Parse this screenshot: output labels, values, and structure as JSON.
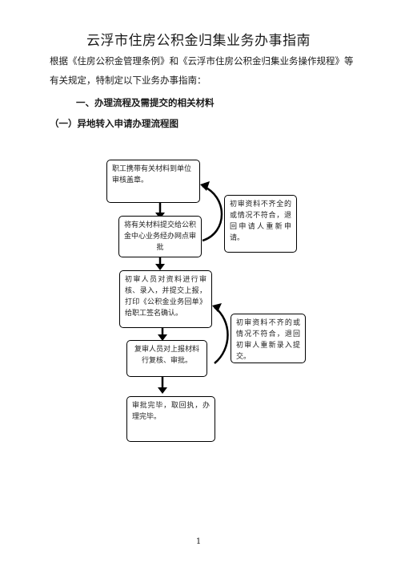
{
  "document": {
    "title": "云浮市住房公积金归集业务办事指南",
    "intro": "根据《住房公积金管理条例》和《云浮市住房公积金归集业务操作规程》等有关规定，特制定以下业务办事指南：",
    "section_1": "一、办理流程及需提交的相关材料",
    "section_1_1": "（一）异地转入申请办理流程图",
    "page_number": "1"
  },
  "flowchart": {
    "step1": "职工携带有关材料到单位审核盖章。",
    "step2": "将有关材料提交给公积金中心业务经办网点审批",
    "step3": "初审人员对资料进行审核、录入，并提交上报，打印《公积金业务回单》给职工签名确认。",
    "step4": "复审人员对上报材料行复核、审批。",
    "step5": "审批完毕，取回执，办理完毕。",
    "note1": "初审资料不齐全的或情况不符合，退回申请人重新申请。",
    "note2": "初审资料不齐的或情况不符合，退回初审人重新录入提交。"
  }
}
